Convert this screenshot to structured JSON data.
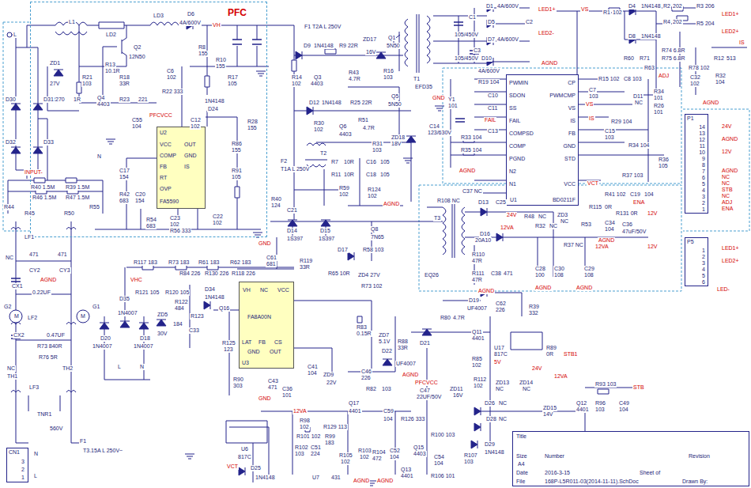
{
  "diagram": {
    "nodes": [
      {
        "text": [
          "PFC"
        ]
      },
      {
        "text": [
          "U2",
          "FA5590",
          "VCC",
          "OUT",
          "COMP",
          "GND",
          "FB",
          "IS",
          "RT",
          "OVP"
        ],
        "in": 0
      },
      {
        "text": [
          "U1",
          "PWMIN",
          "CP",
          "SDON",
          "PWMCMP",
          "SS",
          "VS",
          "FAIL",
          "IS",
          "COMPSD",
          "FB",
          "COMP",
          "GND",
          "PGND",
          "STD",
          "N2",
          "N1",
          "VCC",
          "BD0211F"
        ]
      },
      {
        "text": [
          "U3",
          "VH",
          "NC",
          "VCC",
          "LAT",
          "FB",
          "CS",
          "GND",
          "OUT",
          "FA8A00N"
        ]
      },
      {
        "text": [
          "Title",
          "Size",
          "Number",
          "Revision",
          "A4",
          "Date",
          "2016-3-15",
          "Sheet of",
          "File",
          "168P-L5R011-03(2014-11-11).SchDoc",
          "Drawn By:"
        ]
      },
      {
        "text": [
          "P1",
          "14",
          "13",
          "12",
          "11",
          "10",
          "9",
          "8",
          "7",
          "6",
          "5",
          "4",
          "3",
          "2",
          "1"
        ]
      },
      {
        "text": [
          "P5",
          "1",
          "2",
          "3",
          "4",
          "5",
          "6"
        ]
      },
      {
        "text": [
          "CN1",
          "3",
          "2",
          "1"
        ]
      }
    ],
    "labels": [
      "L1",
      "LD2",
      "LD3",
      "D6",
      "4A/600V",
      "VH",
      "R8",
      "155",
      "R10",
      "155",
      "R17",
      "105",
      "ZD1",
      "27V",
      "R21",
      "103",
      "R13",
      "10.1R",
      "Q2",
      "12N50",
      "R18",
      "33R",
      "Q4",
      "4403",
      "R270",
      "1R",
      "R23",
      "221",
      "C6",
      "102",
      "R22 333",
      "C55",
      "104",
      "PFCVCC",
      "C12",
      "102",
      "1N4148",
      "D24",
      "R28",
      "155",
      "R86",
      "155",
      "R91",
      "105",
      "C17",
      "154",
      "R42",
      "C20",
      "683",
      "154",
      "R54",
      "683",
      "C23",
      "102",
      "R56 333",
      "C22",
      "102",
      "L",
      "D30",
      "D31",
      "D32",
      "D33",
      "INPUT-",
      "N",
      "R40 1.5M",
      "R39 1.5M",
      "R46 1.5M",
      "R47 1.5M",
      "R44",
      "R45",
      "R50",
      "R55",
      "LF1",
      "NC",
      "471",
      "471",
      "CY2",
      "CY3",
      "AGND",
      "CX1",
      "0.22UF",
      "G2",
      "G1",
      "M",
      "M",
      "LF2",
      "CX2",
      "0.47UF",
      "R73 840R",
      "R76 5R",
      "TH2",
      "NC",
      "TH1",
      "LF3",
      "TNR1",
      "560V",
      "F1",
      "T3.15A L 250V~",
      "N",
      "L",
      "F1 T2A L 250V",
      "D9",
      "1N4148",
      "R9 22R",
      "ZD17",
      "16V",
      "Q1",
      "5N50",
      "R14",
      "102",
      "Q3",
      "4403",
      "R43",
      "4.7R",
      "R16",
      "103",
      "D12",
      "1N4148",
      "R25 22R",
      "Q5",
      "5N50",
      "R30",
      "102",
      "Q6",
      "4403",
      "R51",
      "4.7R",
      "R31",
      "103",
      "ZD18",
      "18V",
      "T2",
      "R7",
      "10R",
      "R11",
      "10R",
      "R59",
      "102",
      "C16",
      "105",
      "C18",
      "105",
      "R124",
      "102",
      "AGND",
      "T1",
      "EFD35",
      "GND",
      "Y1",
      "101",
      "C14",
      "123/630V",
      "C1",
      "105/450V",
      "D1",
      "4A/600V",
      "LED1+",
      "D5",
      "D7",
      "4A/600V",
      "LED2-",
      "C2",
      "C3",
      "105/450V",
      "D10",
      "4A/600V",
      "AGND",
      "VS",
      "R1",
      "102",
      "D4",
      "1N4148",
      "D8",
      "1N4148",
      "R2",
      "202",
      "R3 206",
      "LED1+",
      "R4",
      "202",
      "R5 204",
      "LED2+",
      "IS",
      "R60",
      "R71",
      "R74 6.8R",
      "R75 6.8R",
      "R78 102",
      "R12",
      "513",
      "R63",
      "ADJ",
      "C32",
      "102",
      "R32",
      "104",
      "AGND",
      "R19 104",
      "C10",
      "C11",
      "FAIL",
      "C13",
      "R33 104",
      "R35 104",
      "AGND",
      "R15 102",
      "C8 103",
      "C7",
      "103",
      "D11",
      "NC",
      "R34",
      "101",
      "R26",
      "101",
      "VS",
      "IS",
      "R29 104",
      "C15",
      "103",
      "R34 104",
      "R36",
      "105",
      "R37 103",
      "VCT",
      "R41 102",
      "C19",
      "104",
      "ENA",
      "R115",
      "0R",
      "R131 0R",
      "12V",
      "C34",
      "104",
      "C36",
      "47uF/50V",
      "AGND",
      "C37 NC",
      "R108 NC",
      "D13",
      "C25",
      "24V",
      "R48",
      "NC",
      "ZD3",
      "NC",
      "R32",
      "NC",
      "R53",
      "T3",
      "R110",
      "47R",
      "R111",
      "47R",
      "D16",
      "20A10",
      "12VA",
      "C38",
      "471",
      "C28",
      "100",
      "C30",
      "108",
      "C29",
      "108",
      "R37 NC",
      "12VA",
      "12V",
      "EQ26",
      "AGND",
      "AGND",
      "AGND",
      "F2",
      "T1A L 250V",
      "R40",
      "124",
      "C21",
      "GND",
      "D14",
      "1S397",
      "D15",
      "1S397",
      "Q8",
      "7N65",
      "D17",
      "R58 103",
      "R119",
      "33R",
      "R65 10R",
      "ZD4 27V",
      "R73 102",
      "C61",
      "681",
      "R117 183",
      "R73 183",
      "R61 183",
      "R62 183",
      "R84 226",
      "R130 226",
      "R118 226",
      "VHC",
      "R121 105",
      "R120 105",
      "D34",
      "1N4148",
      "R122",
      "484",
      "D35",
      "1N4007",
      "D20",
      "1N4007",
      "D18",
      "1N4007",
      "L",
      "N",
      "ZD5",
      "30V",
      "R123",
      "184",
      "C33",
      "Q16",
      "R125",
      "123",
      "R90",
      "303",
      "C43",
      "471",
      "C36",
      "101",
      "GND",
      "R83",
      "0.15R",
      "ZD7",
      "5.1V",
      "D22",
      "R88",
      "33R",
      "UF4007",
      "C41",
      "104",
      "ZD9",
      "22V",
      "C46",
      "226",
      "R82",
      "103",
      "AGND",
      "12VA",
      "R98",
      "102",
      "R101 102",
      "R102",
      "103",
      "R129 113",
      "R99",
      "183",
      "C51",
      "224",
      "U6",
      "817C",
      "VCT",
      "D25",
      "1N4148",
      "U7",
      "431",
      "R105",
      "102",
      "Q17",
      "4401",
      "C59",
      "104",
      "R126 333",
      "R103",
      "102",
      "R104",
      "472",
      "C52",
      "104",
      "AGND",
      "AGND",
      "PFCVCC",
      "C47",
      "22UF/50V",
      "ZD11",
      "16V",
      "R85",
      "102",
      "R112",
      "102",
      "Q11",
      "4401",
      "D21",
      "R80",
      "4.7R",
      "D19",
      "UF4007",
      "C62",
      "226",
      "R39",
      "332",
      "U17",
      "817C",
      "5V",
      "R89",
      "0R",
      "STB1",
      "24V",
      "12VA",
      "ZD13",
      "NC",
      "ZD14",
      "NC",
      "ZD15",
      "14V",
      "Q12",
      "4401",
      "R93 103",
      "STB",
      "R96",
      "103",
      "C49",
      "104",
      "D26",
      "NC",
      "D28",
      "NC",
      "D29",
      "1N4148",
      "R100 103",
      "Q15",
      "4403",
      "C54",
      "104",
      "R107",
      "103",
      "R106 101",
      "Q13",
      "4401",
      "24V",
      "AGND",
      "12V",
      "AGND",
      "NC",
      "NC",
      "STB",
      "NC",
      "ADJ",
      "ENA",
      "LED1+",
      "LED2+",
      "LED-"
    ]
  }
}
